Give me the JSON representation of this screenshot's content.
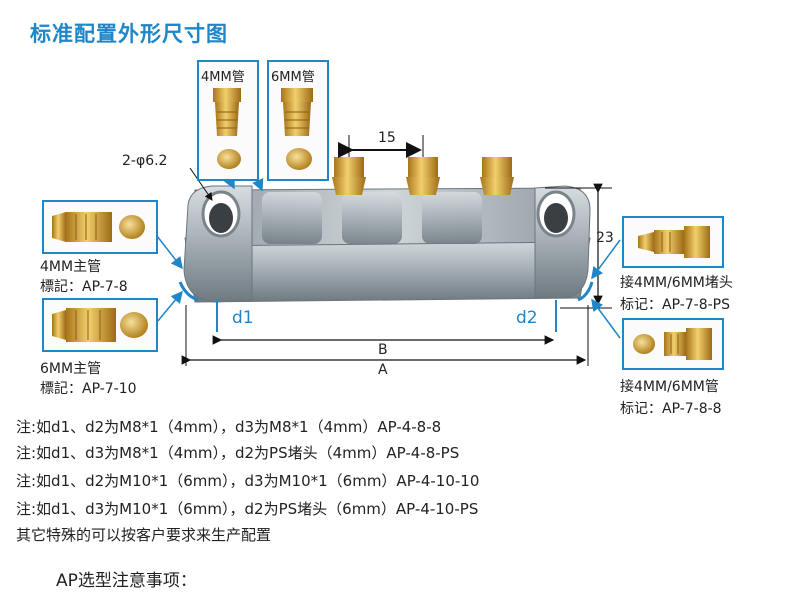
{
  "title": "标准配置外形尺寸图",
  "top_labels": {
    "pipe_4mm": "4MM管",
    "pipe_6mm": "6MM管"
  },
  "dimensions": {
    "hole": "2-φ6.2",
    "spacing": "15",
    "height": "23",
    "d1": "d1",
    "d2": "d2",
    "B": "B",
    "A": "A"
  },
  "left_parts": [
    {
      "name": "4MM主管",
      "mark": "標記：AP-7-8"
    },
    {
      "name": "6MM主管",
      "mark": "標記：AP-7-10"
    }
  ],
  "right_parts": [
    {
      "name": "接4MM/6MM堵头",
      "mark": "标记：AP-7-8-PS"
    },
    {
      "name": "接4MM/6MM管",
      "mark": "标记：AP-7-8-8"
    }
  ],
  "notes": [
    "注:如d1、d2为M8*1（4mm），d3为M8*1（4mm）AP-4-8-8",
    "注:如d1、d3为M8*1（4mm），d2为PS堵头（4mm）AP-4-8-PS",
    "注:如d1、d2为M10*1（6mm），d3为M10*1（6mm）AP-4-10-10",
    "注:如d1、d3为M10*1（6mm），d2为PS堵头（6mm）AP-4-10-PS",
    "其它特殊的可以按客户要求来生产配置"
  ],
  "section_title": "AP选型注意事项：",
  "colors": {
    "accent": "#1f86c8",
    "brass": "#d9a93a",
    "metal": "#a9b3ba"
  }
}
